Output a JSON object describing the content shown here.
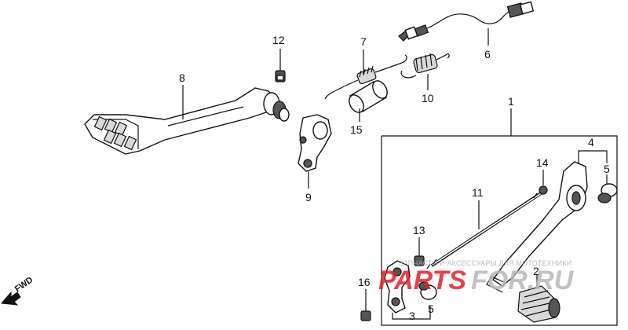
{
  "diagram": {
    "callouts": {
      "c1": "1",
      "c2": "2",
      "c3": "3",
      "c4": "4",
      "c5a": "5",
      "c5b": "5",
      "c6": "6",
      "c7": "7",
      "c8": "8",
      "c9": "9",
      "c10": "10",
      "c11": "11",
      "c12": "12",
      "c13": "13",
      "c14": "14",
      "c15": "15",
      "c16": "16"
    },
    "fwd_label": "FWD",
    "watermark": {
      "tagline": "ЗАПЧАСТИ И АКСЕССУАРЫ ДЛЯ МОТОТЕХНИКИ",
      "brand_left": "PARTS",
      "brand_right": "FOR.RU"
    }
  },
  "colors": {
    "line": "#111111",
    "watermark_red": "#e0222b",
    "watermark_gray": "#b0b0b0"
  }
}
